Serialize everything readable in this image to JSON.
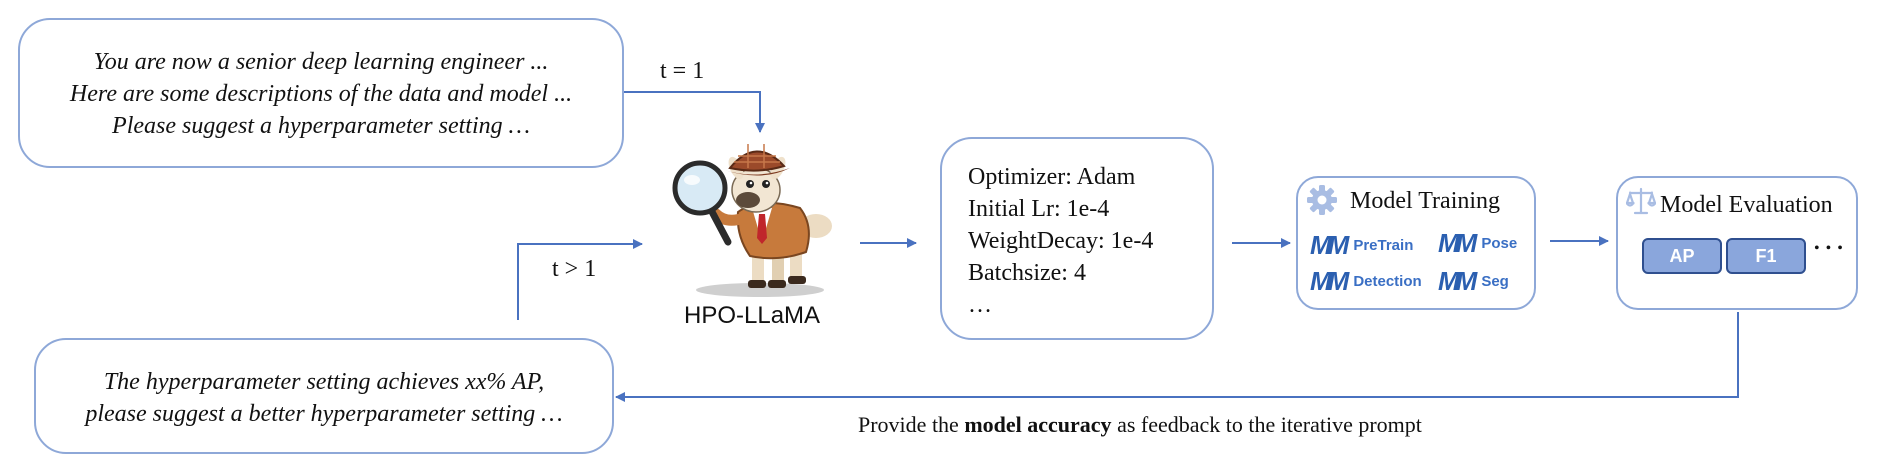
{
  "initial_prompt": {
    "lines": [
      "You are now a senior deep learning engineer ...",
      "Here are some descriptions of the data and model ...",
      "Please suggest a hyperparameter setting …"
    ]
  },
  "iter_labels": {
    "first": "t = 1",
    "later": "t > 1"
  },
  "agent": {
    "name": "HPO-LLaMA"
  },
  "hyperparams": {
    "lines": [
      "Optimizer: Adam",
      "Initial Lr: 1e-4",
      "WeightDecay: 1e-4",
      "Batchsize: 4",
      "…"
    ]
  },
  "training": {
    "title": "Model Training",
    "icon": "gear-icon",
    "logo_text": "MM",
    "items": [
      "PreTrain",
      "Pose",
      "Detection",
      "Seg"
    ]
  },
  "evaluation": {
    "title": "Model Evaluation",
    "icon": "scale-icon",
    "metrics": [
      "AP",
      "F1"
    ],
    "more": "• • •"
  },
  "feedback_prompt": {
    "lines": [
      "The hyperparameter setting achieves xx% AP,",
      "please suggest a better hyperparameter setting …"
    ]
  },
  "feedback_caption": {
    "before": "Provide the ",
    "bold": "model accuracy",
    "after": " as feedback to the iterative prompt"
  },
  "colors": {
    "box_border": "#8ea8d8",
    "arrow": "#4a72c0",
    "metric_fill": "#8aa6dc",
    "metric_border": "#2f4f8f",
    "mm_blue": "#2b5fb0"
  }
}
